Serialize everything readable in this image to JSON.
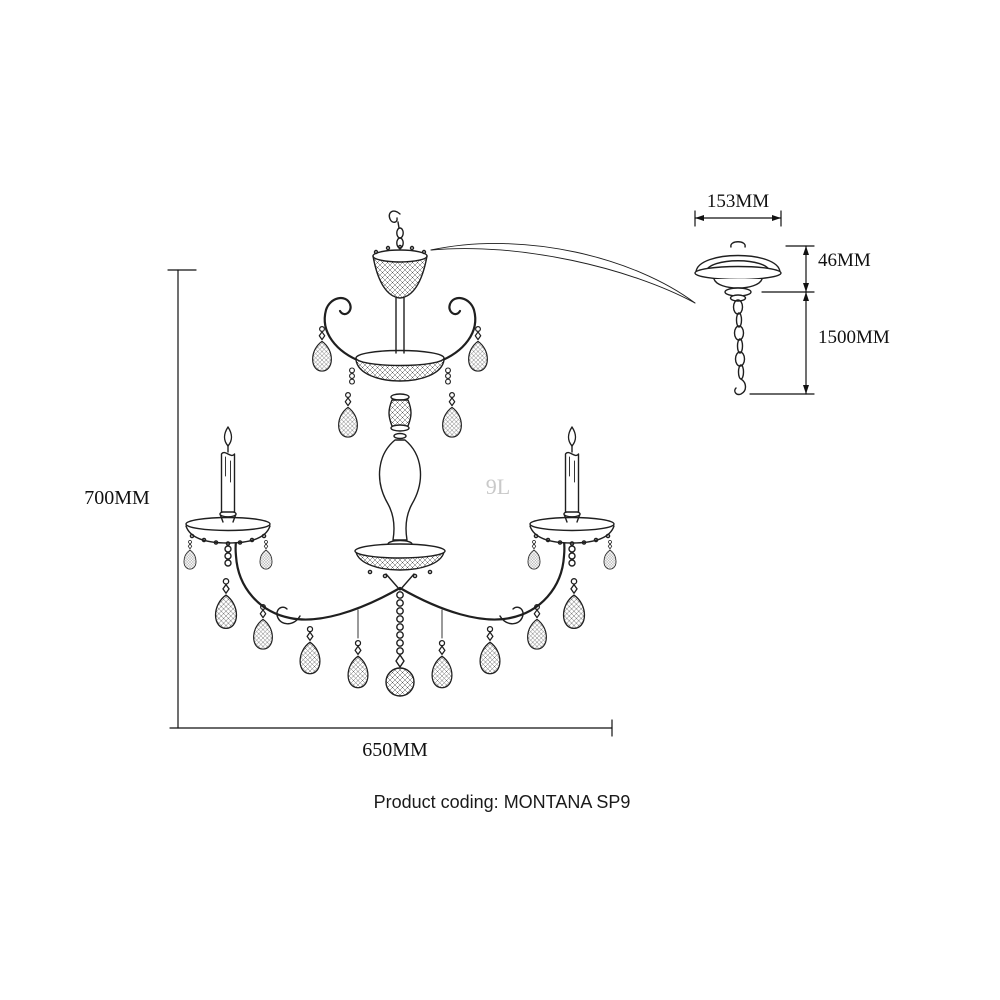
{
  "colors": {
    "background": "#ffffff",
    "line": "#1f1f1f",
    "dimension": "#111111",
    "watermark": "#c9c9c9",
    "text": "#1a1a1a"
  },
  "labels": {
    "fixture_height": "700MM",
    "fixture_width": "650MM",
    "canopy_diameter": "153MM",
    "canopy_height": "46MM",
    "chain_length": "1500MM",
    "lamp_count": "9L",
    "product_coding": "Product coding: MONTANA SP9"
  }
}
